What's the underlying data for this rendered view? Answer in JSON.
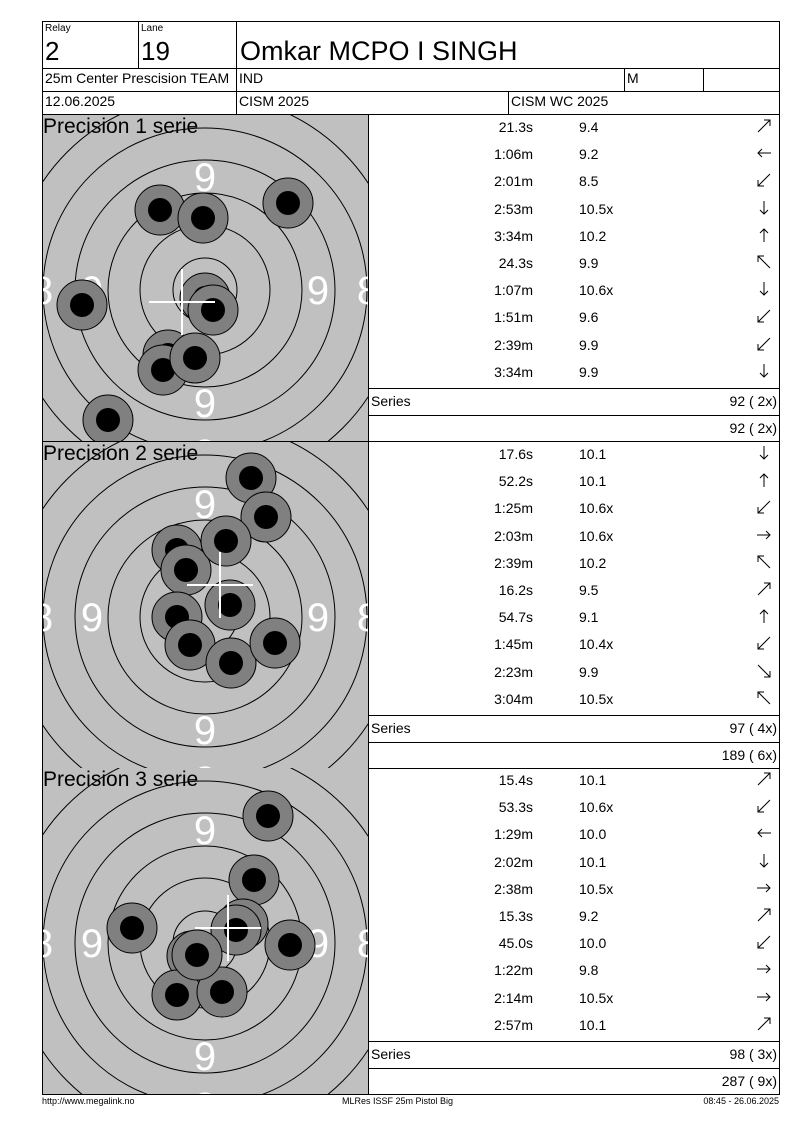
{
  "header": {
    "relay_label": "Relay",
    "relay_value": "2",
    "lane_label": "Lane",
    "lane_value": "19",
    "shooter_name": "Omkar MCPO I SINGH",
    "event": "25m Center Prescision TEAM",
    "country": "IND",
    "gender": "M",
    "date": "12.06.2025",
    "competition": "CISM 2025",
    "championship": "CISM WC 2025"
  },
  "series": [
    {
      "title": "Precision 1 serie",
      "shots": [
        {
          "time": "21.3s",
          "score": "9.4",
          "dir": "up-right"
        },
        {
          "time": "1:06m",
          "score": "9.2",
          "dir": "left"
        },
        {
          "time": "2:01m",
          "score": "8.5",
          "dir": "down-left"
        },
        {
          "time": "2:53m",
          "score": "10.5x",
          "dir": "down"
        },
        {
          "time": "3:34m",
          "score": "10.2",
          "dir": "up"
        },
        {
          "time": "24.3s",
          "score": "9.9",
          "dir": "up-left"
        },
        {
          "time": "1:07m",
          "score": "10.6x",
          "dir": "down"
        },
        {
          "time": "1:51m",
          "score": "9.6",
          "dir": "down-left"
        },
        {
          "time": "2:39m",
          "score": "9.9",
          "dir": "down-left"
        },
        {
          "time": "3:34m",
          "score": "9.9",
          "dir": "down"
        }
      ],
      "series_label": "Series",
      "series_total": "92 ( 2x)",
      "cumulative_total": "92 ( 2x)",
      "hits": [
        [
          160,
          210
        ],
        [
          203,
          218
        ],
        [
          288,
          203
        ],
        [
          82,
          305
        ],
        [
          205,
          298
        ],
        [
          213,
          310
        ],
        [
          168,
          355
        ],
        [
          163,
          370
        ],
        [
          195,
          358
        ],
        [
          108,
          420
        ]
      ],
      "center": [
        182,
        302
      ]
    },
    {
      "title": "Precision 2 serie",
      "shots": [
        {
          "time": "17.6s",
          "score": "10.1",
          "dir": "down"
        },
        {
          "time": "52.2s",
          "score": "10.1",
          "dir": "up"
        },
        {
          "time": "1:25m",
          "score": "10.6x",
          "dir": "down-left"
        },
        {
          "time": "2:03m",
          "score": "10.6x",
          "dir": "right"
        },
        {
          "time": "2:39m",
          "score": "10.2",
          "dir": "up-left"
        },
        {
          "time": "16.2s",
          "score": "9.5",
          "dir": "up-right"
        },
        {
          "time": "54.7s",
          "score": "9.1",
          "dir": "up"
        },
        {
          "time": "1:45m",
          "score": "10.4x",
          "dir": "down-left"
        },
        {
          "time": "2:23m",
          "score": "9.9",
          "dir": "down-right"
        },
        {
          "time": "3:04m",
          "score": "10.5x",
          "dir": "up-left"
        }
      ],
      "series_label": "Series",
      "series_total": "97 ( 4x)",
      "cumulative_total": "189 ( 6x)",
      "hits": [
        [
          251,
          478
        ],
        [
          266,
          517
        ],
        [
          177,
          550
        ],
        [
          186,
          570
        ],
        [
          226,
          541
        ],
        [
          230,
          605
        ],
        [
          177,
          617
        ],
        [
          190,
          645
        ],
        [
          231,
          663
        ],
        [
          275,
          643
        ]
      ],
      "center": [
        220,
        585
      ]
    },
    {
      "title": "Precision 3 serie",
      "shots": [
        {
          "time": "15.4s",
          "score": "10.1",
          "dir": "up-right"
        },
        {
          "time": "53.3s",
          "score": "10.6x",
          "dir": "down-left"
        },
        {
          "time": "1:29m",
          "score": "10.0",
          "dir": "left"
        },
        {
          "time": "2:02m",
          "score": "10.1",
          "dir": "down"
        },
        {
          "time": "2:38m",
          "score": "10.5x",
          "dir": "right"
        },
        {
          "time": "15.3s",
          "score": "9.2",
          "dir": "up-right"
        },
        {
          "time": "45.0s",
          "score": "10.0",
          "dir": "down-left"
        },
        {
          "time": "1:22m",
          "score": "9.8",
          "dir": "right"
        },
        {
          "time": "2:14m",
          "score": "10.5x",
          "dir": "right"
        },
        {
          "time": "2:57m",
          "score": "10.1",
          "dir": "up-right"
        }
      ],
      "series_label": "Series",
      "series_total": "98 ( 3x)",
      "cumulative_total": "287 ( 9x)",
      "hits": [
        [
          268,
          816
        ],
        [
          254,
          880
        ],
        [
          243,
          924
        ],
        [
          236,
          930
        ],
        [
          132,
          928
        ],
        [
          192,
          956
        ],
        [
          290,
          945
        ],
        [
          177,
          995
        ],
        [
          222,
          992
        ],
        [
          197,
          955
        ]
      ],
      "center": [
        228,
        928
      ]
    }
  ],
  "ring_labels": "9",
  "ring_labels_edge": "8",
  "footer": {
    "left": "http://www.megalink.no",
    "center": "MLRes ISSF 25m Pistol Big",
    "right": "08:45 - 26.06.2025"
  }
}
